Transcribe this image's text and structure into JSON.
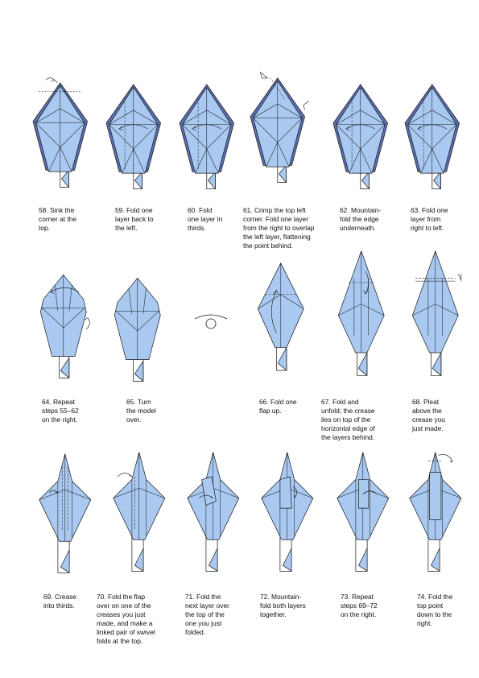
{
  "colors": {
    "paper_front": "#a9c9f1",
    "paper_back": "#ffffff",
    "line": "#1a1a1a",
    "edge_shade": "#5b6fb3"
  },
  "steps": [
    {
      "num": "58.",
      "text": "Sink the corner at the top.",
      "lines": [
        "58. Sink the",
        "corner at the",
        "top."
      ],
      "shape": "sink"
    },
    {
      "num": "59.",
      "text": "Fold one layer back to the left.",
      "lines": [
        "59. Fold one",
        "layer back to",
        "the left."
      ],
      "shape": "wide"
    },
    {
      "num": "60.",
      "text": "Fold one layer in thirds.",
      "lines": [
        "60. Fold",
        "one layer in",
        "thirds."
      ],
      "shape": "wide"
    },
    {
      "num": "61.",
      "text": "Crimp the top left corner. Fold one layer from the right to overlap the left layer, flattening the point behind.",
      "lines": [
        "61. Crimp the top left",
        "corner. Fold one layer",
        "from the right to overlap",
        "the left layer, flattening",
        "the point behind."
      ],
      "shape": "crimp"
    },
    {
      "num": "62.",
      "text": "Mountain-fold the edge underneath.",
      "lines": [
        "62. Mountain-",
        "fold the edge",
        "underneath."
      ],
      "shape": "wide"
    },
    {
      "num": "63.",
      "text": "Fold one layer from right to left.",
      "lines": [
        "63. Fold one",
        "layer from",
        "right to left."
      ],
      "shape": "wide"
    },
    {
      "num": "64.",
      "text": "Repeat steps 55–62 on the right.",
      "lines": [
        "64. Repeat",
        "steps 55–62",
        "on the right."
      ],
      "shape": "mid"
    },
    {
      "num": "65.",
      "text": "Turn the model over.",
      "lines": [
        "65. Turn",
        "the model",
        "over."
      ],
      "shape": "mid"
    },
    {
      "num": "66.",
      "text": "Fold one flap up.",
      "lines": [
        "66. Fold one",
        "flap up."
      ],
      "shape": "kite"
    },
    {
      "num": "67.",
      "text": "Fold and unfold; the crease lies on top of the horizontal edge of the layers behind.",
      "lines": [
        "67. Fold and",
        "unfold; the crease",
        "lies on top of the",
        "horizontal edge of",
        "the layers behind."
      ],
      "shape": "tall"
    },
    {
      "num": "68.",
      "text": "Pleat above the crease you just made.",
      "lines": [
        "68. Pleat",
        "above the",
        "crease you",
        "just made."
      ],
      "shape": "tall"
    },
    {
      "num": "69.",
      "text": "Crease into thirds.",
      "lines": [
        "69. Crease",
        "into thirds."
      ],
      "shape": "final"
    },
    {
      "num": "70.",
      "text": "Fold the flap over on one of the creases you just made, and make a linked pair of swivel folds at the top.",
      "lines": [
        "70. Fold the flap",
        "over on one of the",
        "creases you just",
        "made, and make a",
        "linked pair of swivel",
        "folds at the top."
      ],
      "shape": "final"
    },
    {
      "num": "71.",
      "text": "Fold the next layer over the top of the one you just folded.",
      "lines": [
        "71. Fold the",
        "next layer over",
        "the top of the",
        "one you just",
        "folded."
      ],
      "shape": "final"
    },
    {
      "num": "72.",
      "text": "Mountain-fold both layers together.",
      "lines": [
        "72. Mountain-",
        "fold both layers",
        "together."
      ],
      "shape": "final"
    },
    {
      "num": "73.",
      "text": "Repeat steps 69–72 on the right.",
      "lines": [
        "73. Repeat",
        "steps 69–72",
        "on the right."
      ],
      "shape": "final"
    },
    {
      "num": "74.",
      "text": "Fold the top point down to the right.",
      "lines": [
        "74. Fold the",
        "top point",
        "down to the",
        "right."
      ],
      "shape": "final"
    }
  ],
  "turn_over_symbol": "eye-turn-over-icon"
}
